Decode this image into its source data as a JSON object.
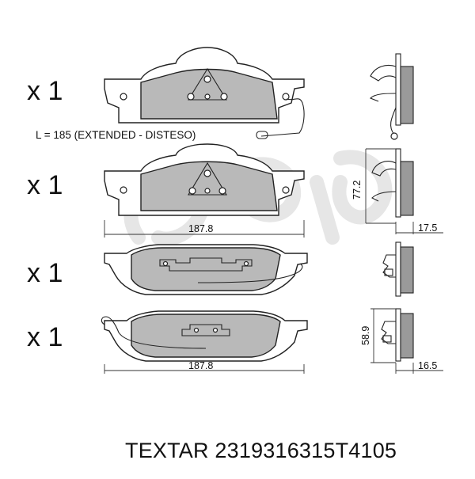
{
  "quantities": [
    "x 1",
    "x 1",
    "x 1",
    "x 1"
  ],
  "sensor_length_label": "L = 185 (EXTENDED - DISTESO)",
  "dimensions": {
    "width_top": "187.8",
    "width_bottom": "187.8",
    "height_top": "77.2",
    "height_bottom": "58.9",
    "thickness_top": "17.5",
    "thickness_bottom": "16.5"
  },
  "footer": {
    "brand": "TEXTAR",
    "part_number": "2319316315T4105"
  },
  "colors": {
    "friction_material": "#b9b9b9",
    "outline": "#222222",
    "watermark": "#e6e6e6"
  }
}
